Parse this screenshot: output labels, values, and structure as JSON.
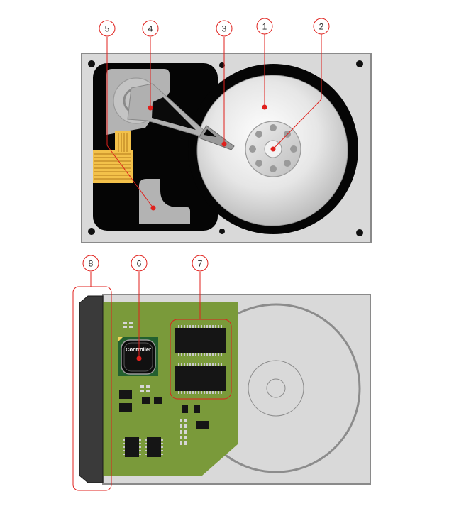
{
  "callouts": {
    "c1": "1",
    "c2": "2",
    "c3": "3",
    "c4": "4",
    "c5": "5",
    "c6": "6",
    "c7": "7",
    "c8": "8"
  },
  "chip": {
    "controller_label": "Controller"
  },
  "colors": {
    "callout": "#e0201c",
    "case": "#d9d9d9",
    "pcb": "#7a9a3a",
    "connector": "#3a3a3a",
    "flex_cable": "#f3c14a"
  }
}
